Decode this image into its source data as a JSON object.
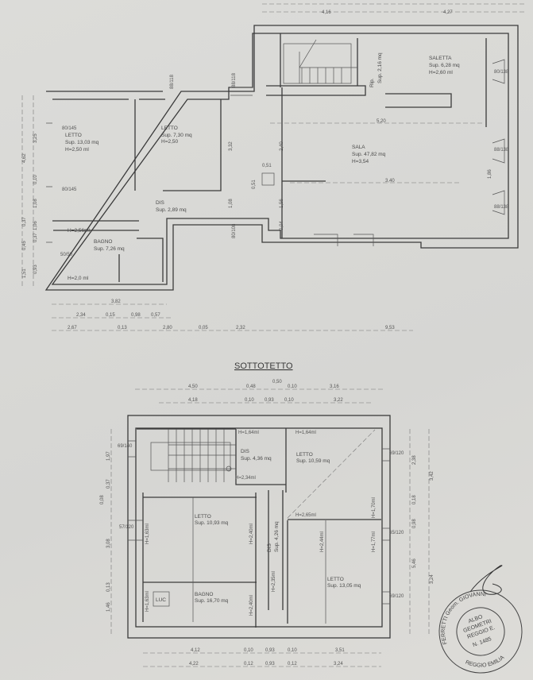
{
  "ground_floor": {
    "top_dims": [
      "4,16",
      "4,27"
    ],
    "rooms": {
      "letto_1": {
        "name": "LETTO",
        "area": "Sup. 13,03 mq",
        "height": "H=2,50 ml"
      },
      "letto_2": {
        "name": "LETTO",
        "area": "Sup. 7,30 mq",
        "height": "H=2,50"
      },
      "dis": {
        "name": "DIS",
        "area": "Sup. 2,89 mq"
      },
      "bagno": {
        "name": "BAGNO",
        "area": "Sup. 7,26 mq",
        "height_top": "H=2,56ml",
        "height_bottom": "H=2,0 ml"
      },
      "rip": {
        "name": "Rip.",
        "area": "Sup. 2,16 mq"
      },
      "saletta": {
        "name": "SALETTA",
        "area": "Sup. 6,28 mq",
        "height": "H=2,60 ml"
      },
      "sala": {
        "name": "SALA",
        "area": "Sup. 47,82 mq",
        "height": "H=3,54"
      }
    },
    "inner_dims": [
      "5,20",
      "3,40",
      "0,51",
      "0,51",
      "3,32",
      "2,40",
      "1,08",
      "1,56",
      "0,04",
      "1,86"
    ],
    "windows": [
      "80/145",
      "80/145",
      "50/50",
      "88/118",
      "88/118",
      "80/138",
      "88/138",
      "88/138",
      "80/108"
    ],
    "left_dims": [
      "3,25",
      "4,62",
      "0,10",
      "1,08",
      "0,37",
      "1,06",
      "0,37",
      "0,45",
      "1,51",
      "0,93"
    ],
    "bottom_dims_row1": [
      "3,82"
    ],
    "bottom_dims_row2": [
      "2,34",
      "0,15",
      "0,98",
      "0,57"
    ],
    "bottom_dims_row3": [
      "2,67",
      "0,13",
      "2,80",
      "0,05",
      "2,32",
      "9,53"
    ]
  },
  "attic": {
    "title": "SOTTOTETTO",
    "top_dims_row1": [
      "4,50",
      "0,48",
      "0,50",
      "0,10",
      "3,16"
    ],
    "top_dims_row2": [
      "4,18",
      "0,10",
      "0,93",
      "0,10",
      "3,22"
    ],
    "rooms": {
      "dis_1": {
        "name": "DIS",
        "area": "Sup. 4,36 mq"
      },
      "letto_a": {
        "name": "LETTO",
        "area": "Sup. 10,59 mq"
      },
      "letto_b": {
        "name": "LETTO",
        "area": "Sup. 10,93 mq"
      },
      "bagno": {
        "name": "BAGNO",
        "area": "Sup. 16,70 mq"
      },
      "luc": {
        "name": "LUC"
      },
      "dis_2": {
        "name": "DIS",
        "area": "Sup. 4,26 mq"
      },
      "letto_c": {
        "name": "LETTO",
        "area": "Sup. 13,05 mq"
      }
    },
    "heights": [
      "H=1,64ml",
      "H=1,64ml",
      "H=2,34ml",
      "H=2,65ml",
      "H=1,70ml",
      "H=1,77ml",
      "H=2,44ml",
      "H=1,63ml",
      "H=2,40ml",
      "H=2,35ml",
      "H=2,40ml",
      "H=1,63ml"
    ],
    "windows": [
      "69/140",
      "57/120",
      "69/120",
      "65/120",
      "69/120"
    ],
    "left_dims": [
      "1,97",
      "0,37",
      "0,08",
      "3,08",
      "1,46",
      "0,13"
    ],
    "right_dims": [
      "2,38",
      "3,42",
      "0,18",
      "0,98",
      "5,46",
      "3,24"
    ],
    "bottom_dims_row1": [
      "4,12",
      "0,10",
      "0,93",
      "0,10",
      "3,51"
    ],
    "bottom_dims_row2": [
      "4,22",
      "0,12",
      "0,93",
      "0,12",
      "3,24"
    ]
  },
  "stamp": {
    "name": "FERRETTI Geom. GIOVANNI",
    "line1": "ALBO",
    "line2": "GEOMETRI",
    "line3": "REGGIO E.",
    "number": "N. 1485",
    "city": "REGGIO EMILIA"
  }
}
